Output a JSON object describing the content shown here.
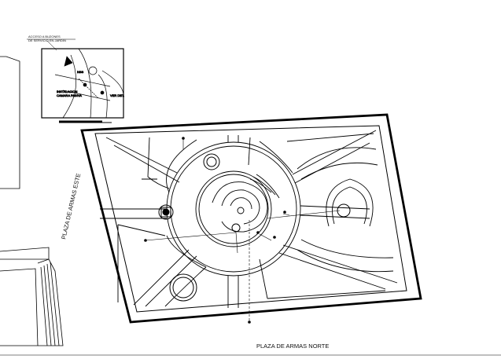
{
  "labels": {
    "street_west": "PLAZA DE ARMAS ESTE",
    "street_south": "PLAZA DE ARMAS NORTE",
    "inset_title_1": "ACCESO A BUZONES",
    "inset_title_2": "DE SERVICIO EN JARDIN"
  },
  "colors": {
    "line": "#000000",
    "background": "#ffffff"
  }
}
